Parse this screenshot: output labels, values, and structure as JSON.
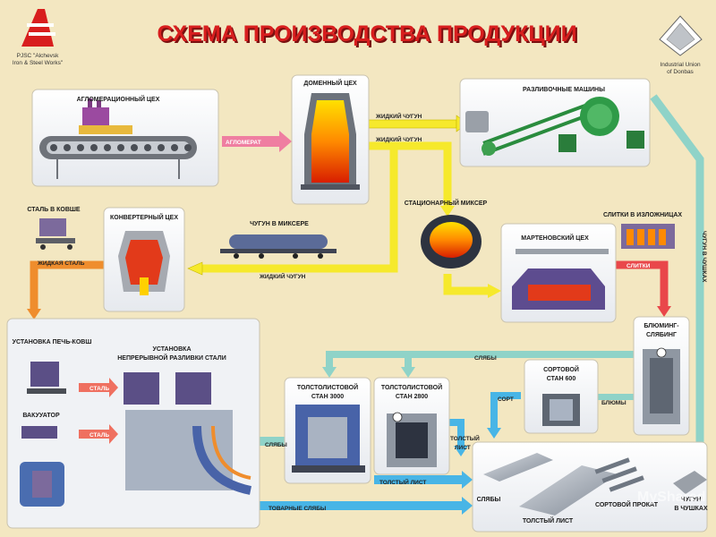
{
  "title": "СХЕМА ПРОИЗВОДСТВА ПРОДУКЦИИ",
  "company": {
    "line1": "PJSC \"Alchevsk",
    "line2": "Iron & Steel Works\""
  },
  "union": {
    "line1": "Industrial Union",
    "line2": "of Donbas"
  },
  "units": {
    "sinter": "АГЛОМЕРАЦИОННЫЙ ЦЕХ",
    "blast": "ДОМЕННЫЙ ЦЕХ",
    "casting_machines": "РАЗЛИВОЧНЫЕ МАШИНЫ",
    "ladle_steel": "СТАЛЬ В КОВШЕ",
    "converter": "КОНВЕРТЕРНЫЙ ЦЕХ",
    "mixer_iron": "ЧУГУН В МИКСЕРЕ",
    "stationary_mixer": "СТАЦИОНАРНЫЙ МИКСЕР",
    "ingots_moulds": "СЛИТКИ В ИЗЛОЖНИЦАХ",
    "open_hearth": "МАРТЕНОВСКИЙ ЦЕХ",
    "ladle_furnace": "УСТАНОВКА ПЕЧЬ-КОВШ",
    "ccm_line1": "УСТАНОВКА",
    "ccm_line2": "НЕПРЕРЫВНОЙ РАЗЛИВКИ СТАЛИ",
    "vacuum": "ВАКУУАТОР",
    "plate3000_line1": "ТОЛСТОЛИСТОВОЙ",
    "plate3000_line2": "СТАН 3000",
    "plate2800_line1": "ТОЛСТОЛИСТОВОЙ",
    "plate2800_line2": "СТАН 2800",
    "section600_line1": "СОРТОВОЙ",
    "section600_line2": "СТАН 600",
    "blooming_line1": "БЛЮМИНГ-",
    "blooming_line2": "СЛЯБИНГ"
  },
  "flows": {
    "agglomerate": "АГЛОМЕРАТ",
    "liquid_iron_1": "ЖИДКИЙ ЧУГУН",
    "liquid_iron_2": "ЖИДКИЙ ЧУГУН",
    "liquid_iron_3": "ЖИДКИЙ ЧУГУН",
    "liquid_steel": "ЖИДКАЯ СТАЛЬ",
    "ingots": "СЛИТКИ",
    "iron_in_pigs_v": "ЧУГУН В ЧУШКАХ",
    "slabs_top": "СЛЯБЫ",
    "steel_1": "СТАЛЬ",
    "steel_2": "СТАЛЬ",
    "slabs_ccm": "СЛЯБЫ",
    "blooms": "БЛЮМЫ",
    "sort": "СОРТ",
    "thick_sheet_1": "ТОЛСТЫЙ",
    "thick_sheet_2": "ЛИСТ",
    "thick_sheet_arrow": "ТОЛСТЫЙ ЛИСТ",
    "commercial_slabs": "ТОВАРНЫЕ СЛЯБЫ"
  },
  "products": {
    "slabs": "СЛЯБЫ",
    "thick_sheet": "ТОЛСТЫЙ ЛИСТ",
    "section": "СОРТОВОЙ ПРОКАТ",
    "pig_line1": "ЧУГУН",
    "pig_line2": "В ЧУШКАХ"
  },
  "watermark": "MyShared",
  "colors": {
    "background": "#f3e7c1",
    "title_red": "#d81e1e",
    "iron_yellow": "#f6e92c",
    "steel_orange": "#ef8d2d",
    "sheet_blue": "#48b5e6",
    "teal": "#8fd3c8",
    "pink": "#ef7ea1",
    "furnace_red": "#e23a1a"
  }
}
